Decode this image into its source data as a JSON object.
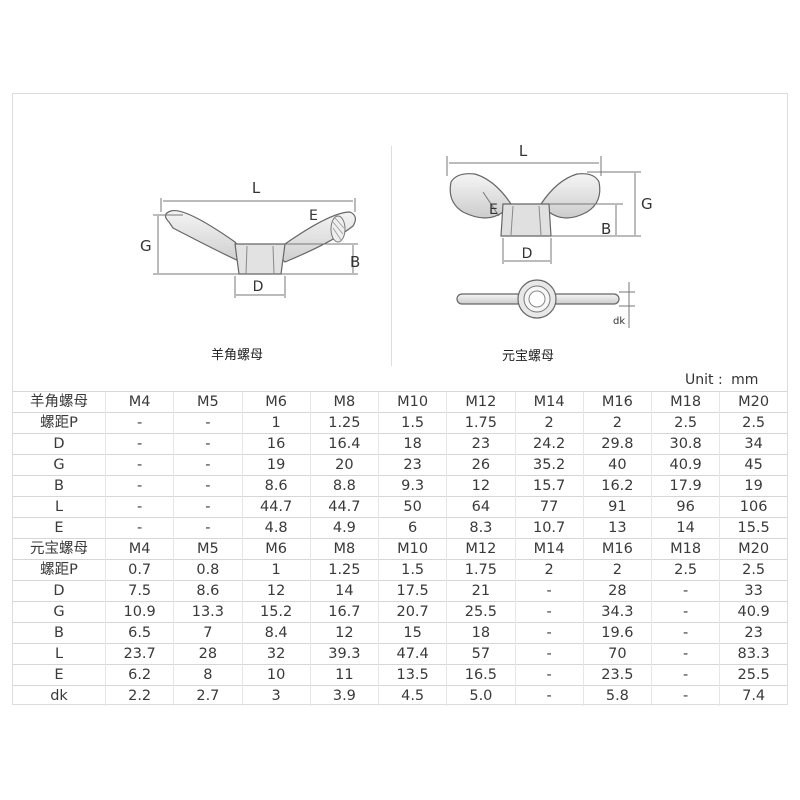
{
  "captions": {
    "left": "羊角螺母",
    "right": "元宝螺母"
  },
  "dims_left": {
    "L": "L",
    "G": "G",
    "E": "E",
    "B": "B",
    "D": "D"
  },
  "dims_right": {
    "L": "L",
    "G": "G",
    "E": "E",
    "B": "B",
    "D": "D",
    "dk": "dk"
  },
  "unit": {
    "label": "Unit :",
    "value": "mm"
  },
  "table1": {
    "header": [
      "羊角螺母",
      "M4",
      "M5",
      "M6",
      "M8",
      "M10",
      "M12",
      "M14",
      "M16",
      "M18",
      "M20"
    ],
    "rows": [
      [
        "螺距P",
        "-",
        "-",
        "1",
        "1.25",
        "1.5",
        "1.75",
        "2",
        "2",
        "2.5",
        "2.5"
      ],
      [
        "D",
        "-",
        "-",
        "16",
        "16.4",
        "18",
        "23",
        "24.2",
        "29.8",
        "30.8",
        "34"
      ],
      [
        "G",
        "-",
        "-",
        "19",
        "20",
        "23",
        "26",
        "35.2",
        "40",
        "40.9",
        "45"
      ],
      [
        "B",
        "-",
        "-",
        "8.6",
        "8.8",
        "9.3",
        "12",
        "15.7",
        "16.2",
        "17.9",
        "19"
      ],
      [
        "L",
        "-",
        "-",
        "44.7",
        "44.7",
        "50",
        "64",
        "77",
        "91",
        "96",
        "106"
      ],
      [
        "E",
        "-",
        "-",
        "4.8",
        "4.9",
        "6",
        "8.3",
        "10.7",
        "13",
        "14",
        "15.5"
      ]
    ]
  },
  "table2": {
    "header": [
      "元宝螺母",
      "M4",
      "M5",
      "M6",
      "M8",
      "M10",
      "M12",
      "M14",
      "M16",
      "M18",
      "M20"
    ],
    "rows": [
      [
        "螺距P",
        "0.7",
        "0.8",
        "1",
        "1.25",
        "1.5",
        "1.75",
        "2",
        "2",
        "2.5",
        "2.5"
      ],
      [
        "D",
        "7.5",
        "8.6",
        "12",
        "14",
        "17.5",
        "21",
        "-",
        "28",
        "-",
        "33"
      ],
      [
        "G",
        "10.9",
        "13.3",
        "15.2",
        "16.7",
        "20.7",
        "25.5",
        "-",
        "34.3",
        "-",
        "40.9"
      ],
      [
        "B",
        "6.5",
        "7",
        "8.4",
        "12",
        "15",
        "18",
        "-",
        "19.6",
        "-",
        "23"
      ],
      [
        "L",
        "23.7",
        "28",
        "32",
        "39.3",
        "47.4",
        "57",
        "-",
        "70",
        "-",
        "83.3"
      ],
      [
        "E",
        "6.2",
        "8",
        "10",
        "11",
        "13.5",
        "16.5",
        "-",
        "23.5",
        "-",
        "25.5"
      ],
      [
        "dk",
        "2.2",
        "2.7",
        "3",
        "3.9",
        "4.5",
        "5.0",
        "-",
        "5.8",
        "-",
        "7.4"
      ]
    ]
  }
}
